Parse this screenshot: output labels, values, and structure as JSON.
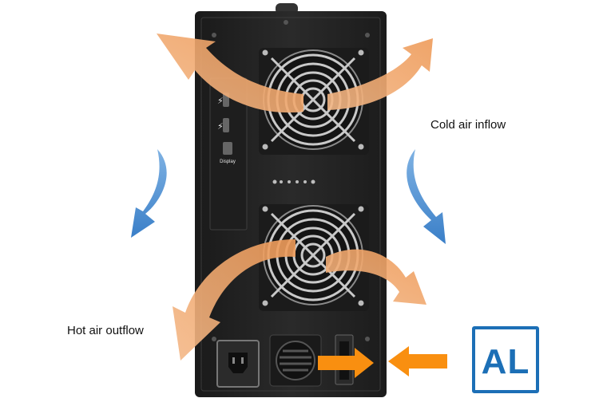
{
  "labels": {
    "cold_air": "Cold air inflow",
    "hot_air": "Hot air outflow"
  },
  "ports": {
    "display": "Display"
  },
  "logo": {
    "text": "AL"
  },
  "colors": {
    "enclosure": "#232323",
    "hot_arrow": "#f0a56a",
    "cold_arrow": "#4d8fd1",
    "orange_arrow": "#f98f10",
    "logo_blue": "#1c6fb6"
  },
  "icons": [
    "thunderbolt-icon",
    "fan-icon",
    "power-socket-icon",
    "power-switch-icon"
  ]
}
